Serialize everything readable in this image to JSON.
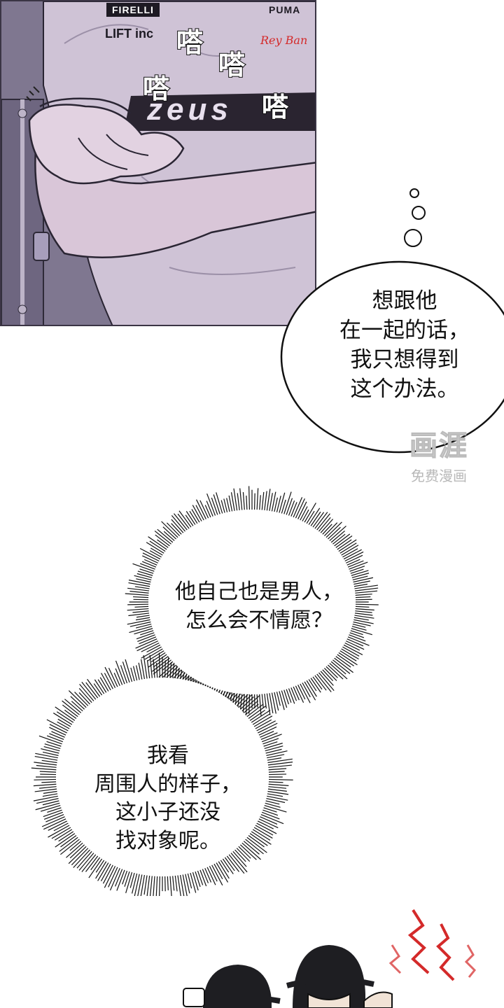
{
  "panel_top": {
    "brands": {
      "firelli": "FIRELLI",
      "lift": "LIFT inc",
      "puma": "PUMA",
      "reyban": "Rey Ban",
      "shirt_text": "zeus"
    },
    "sfx": [
      "嗒",
      "嗒",
      "嗒",
      "嗒"
    ]
  },
  "thought_bubble": {
    "lines": "想跟他\n在一起的话，\n我只想得到\n这个办法。"
  },
  "watermark": {
    "logo": "画涯",
    "sub": "免费漫画"
  },
  "burst_bubble_1": {
    "lines": "他自己也是男人，\n怎么会不情愿？"
  },
  "burst_bubble_2": {
    "lines": "我看\n周围人的样子，\n这小子还没\n找对象呢。"
  },
  "colors": {
    "panel_bg": "#8d8398",
    "shirt": "#cfc3d6",
    "skin": "#d9c6d8",
    "accent_red": "#d42a2a"
  }
}
